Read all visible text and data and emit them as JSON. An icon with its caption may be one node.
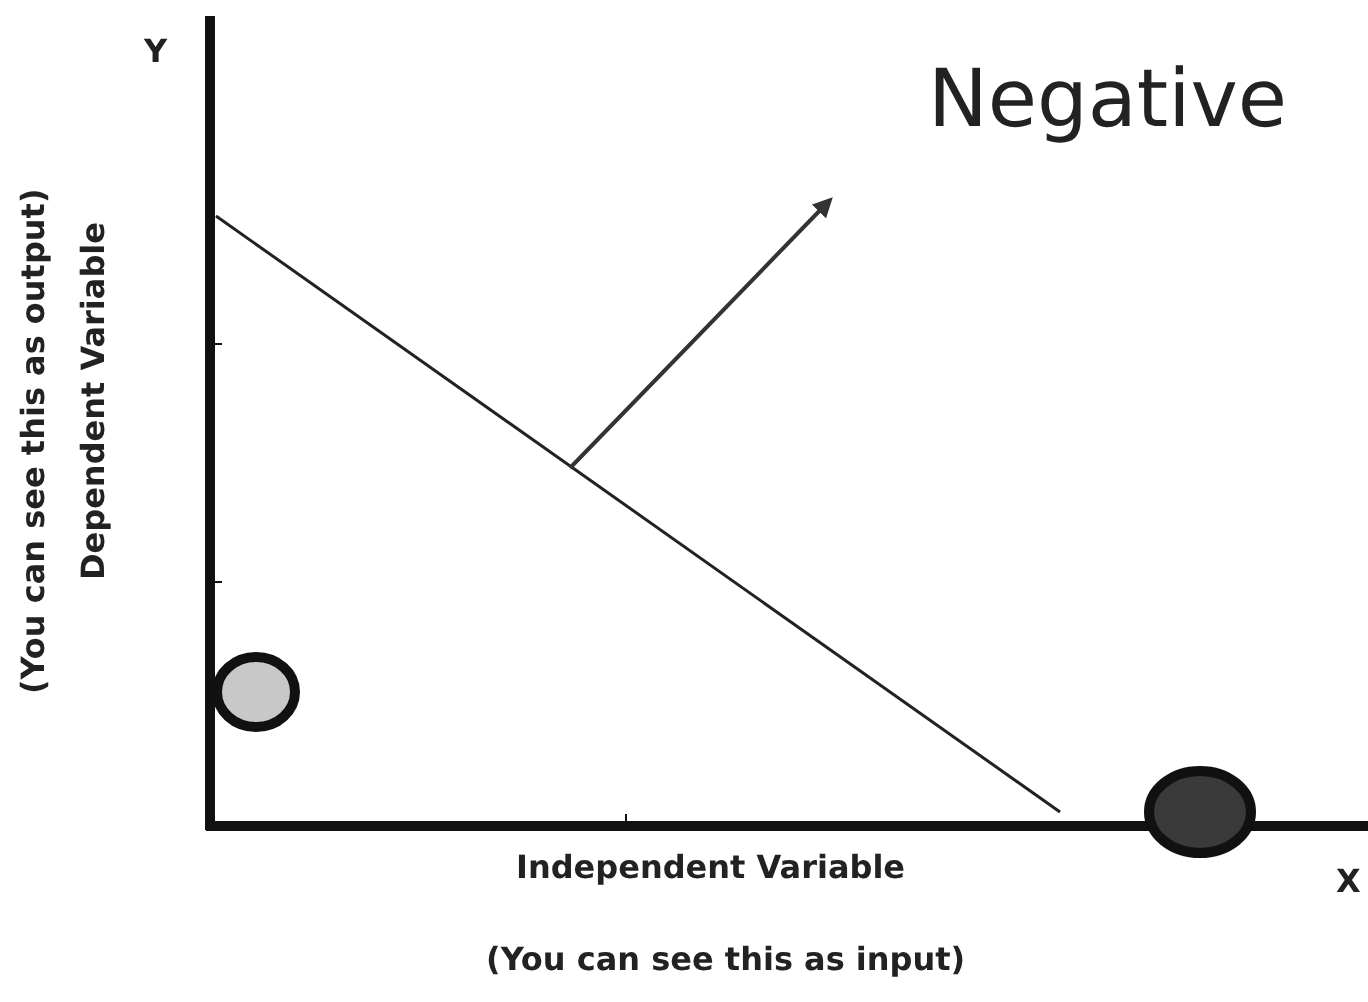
{
  "diagram": {
    "nodes": [
      {
        "text": [],
        "shape": "circle"
      },
      {
        "text": [],
        "shape": "circle"
      }
    ],
    "edges": [],
    "labels": [
      "Y",
      "Negative",
      "(You can see this as output)",
      "Dependent Variable",
      "Independent Variable",
      "X",
      "(You can see this as input)"
    ]
  }
}
